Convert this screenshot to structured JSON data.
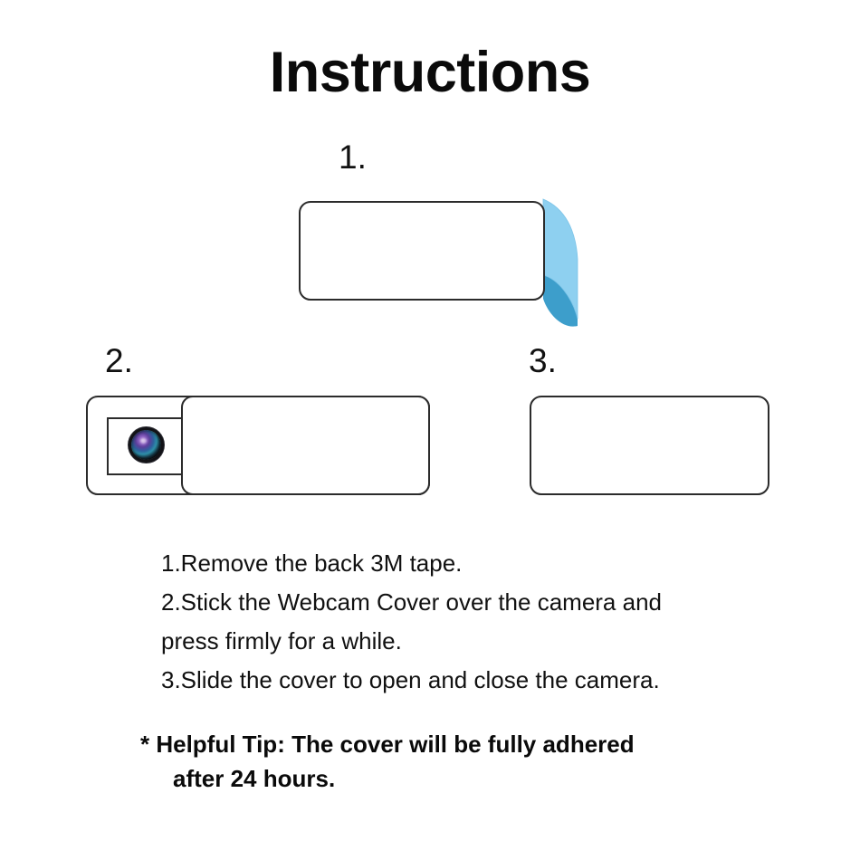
{
  "page": {
    "title": "Instructions",
    "background_color": "#ffffff",
    "ink_color": "#111111"
  },
  "steps": [
    {
      "number": "1.",
      "name": "remove-tape",
      "illustration": "cover-with-peeling-3m-tape-flap",
      "tape_color_light": "#8ed0f0",
      "tape_color_dark": "#3d9ecb"
    },
    {
      "number": "2.",
      "name": "stick-over-camera",
      "illustration": "cover-slid-open-showing-camera-lens",
      "lens_colors": [
        "#b48ad8",
        "#5b3f9a",
        "#2d8fa8",
        "#0d0d12"
      ]
    },
    {
      "number": "3.",
      "name": "slide-to-close",
      "illustration": "cover-closed-blank"
    }
  ],
  "instructions": [
    "1.Remove the back 3M tape.",
    "2.Stick the Webcam Cover over the camera and",
    "press firmly for a while.",
    "3.Slide the cover to open and close the camera."
  ],
  "tip": {
    "line1": "* Helpful Tip: The cover will be fully adhered",
    "line2": "after 24 hours."
  }
}
